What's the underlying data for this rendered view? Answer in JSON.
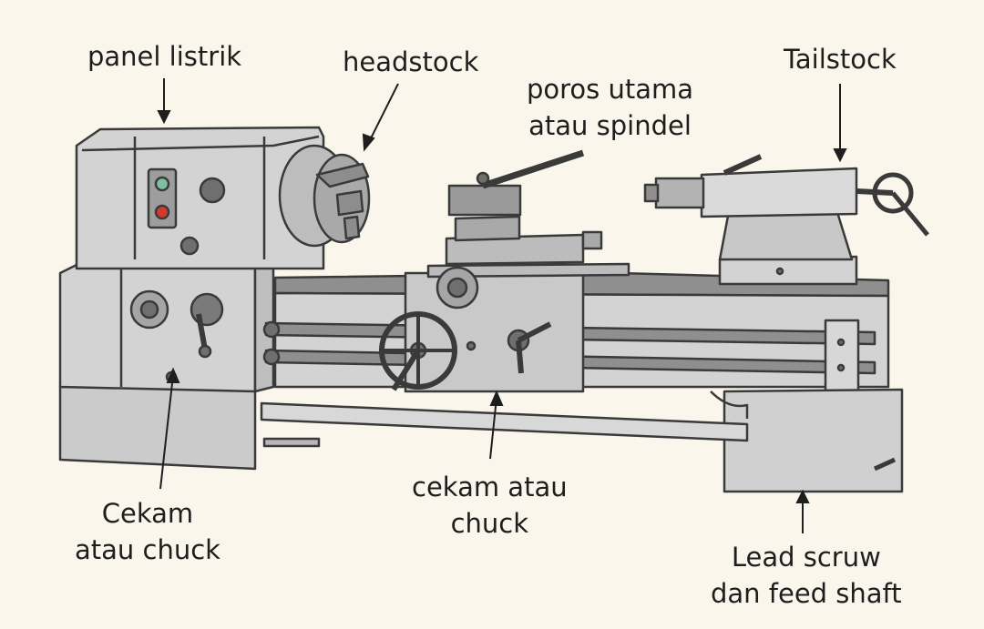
{
  "colors": {
    "background": "#fbf6ec",
    "machine_body": "#d3d3d3",
    "machine_shadow": "#b7b7b7",
    "outline": "#3a3a3a",
    "indicator_green": "#7fc0a0",
    "indicator_red": "#d43a2c"
  },
  "labels": {
    "panel_listrik": {
      "lines": [
        "panel listrik"
      ]
    },
    "headstock": {
      "lines": [
        "headstock"
      ]
    },
    "poros_utama": {
      "lines": [
        "poros utama",
        "atau spindel"
      ]
    },
    "tailstock": {
      "lines": [
        "Tailstock"
      ]
    },
    "cekam_chuck_left": {
      "lines": [
        "Cekam",
        "atau chuck"
      ]
    },
    "cekam_chuck_center": {
      "lines": [
        "cekam atau",
        "chuck"
      ]
    },
    "lead_screw": {
      "lines": [
        "Lead scruw",
        "dan feed shaft"
      ]
    }
  }
}
